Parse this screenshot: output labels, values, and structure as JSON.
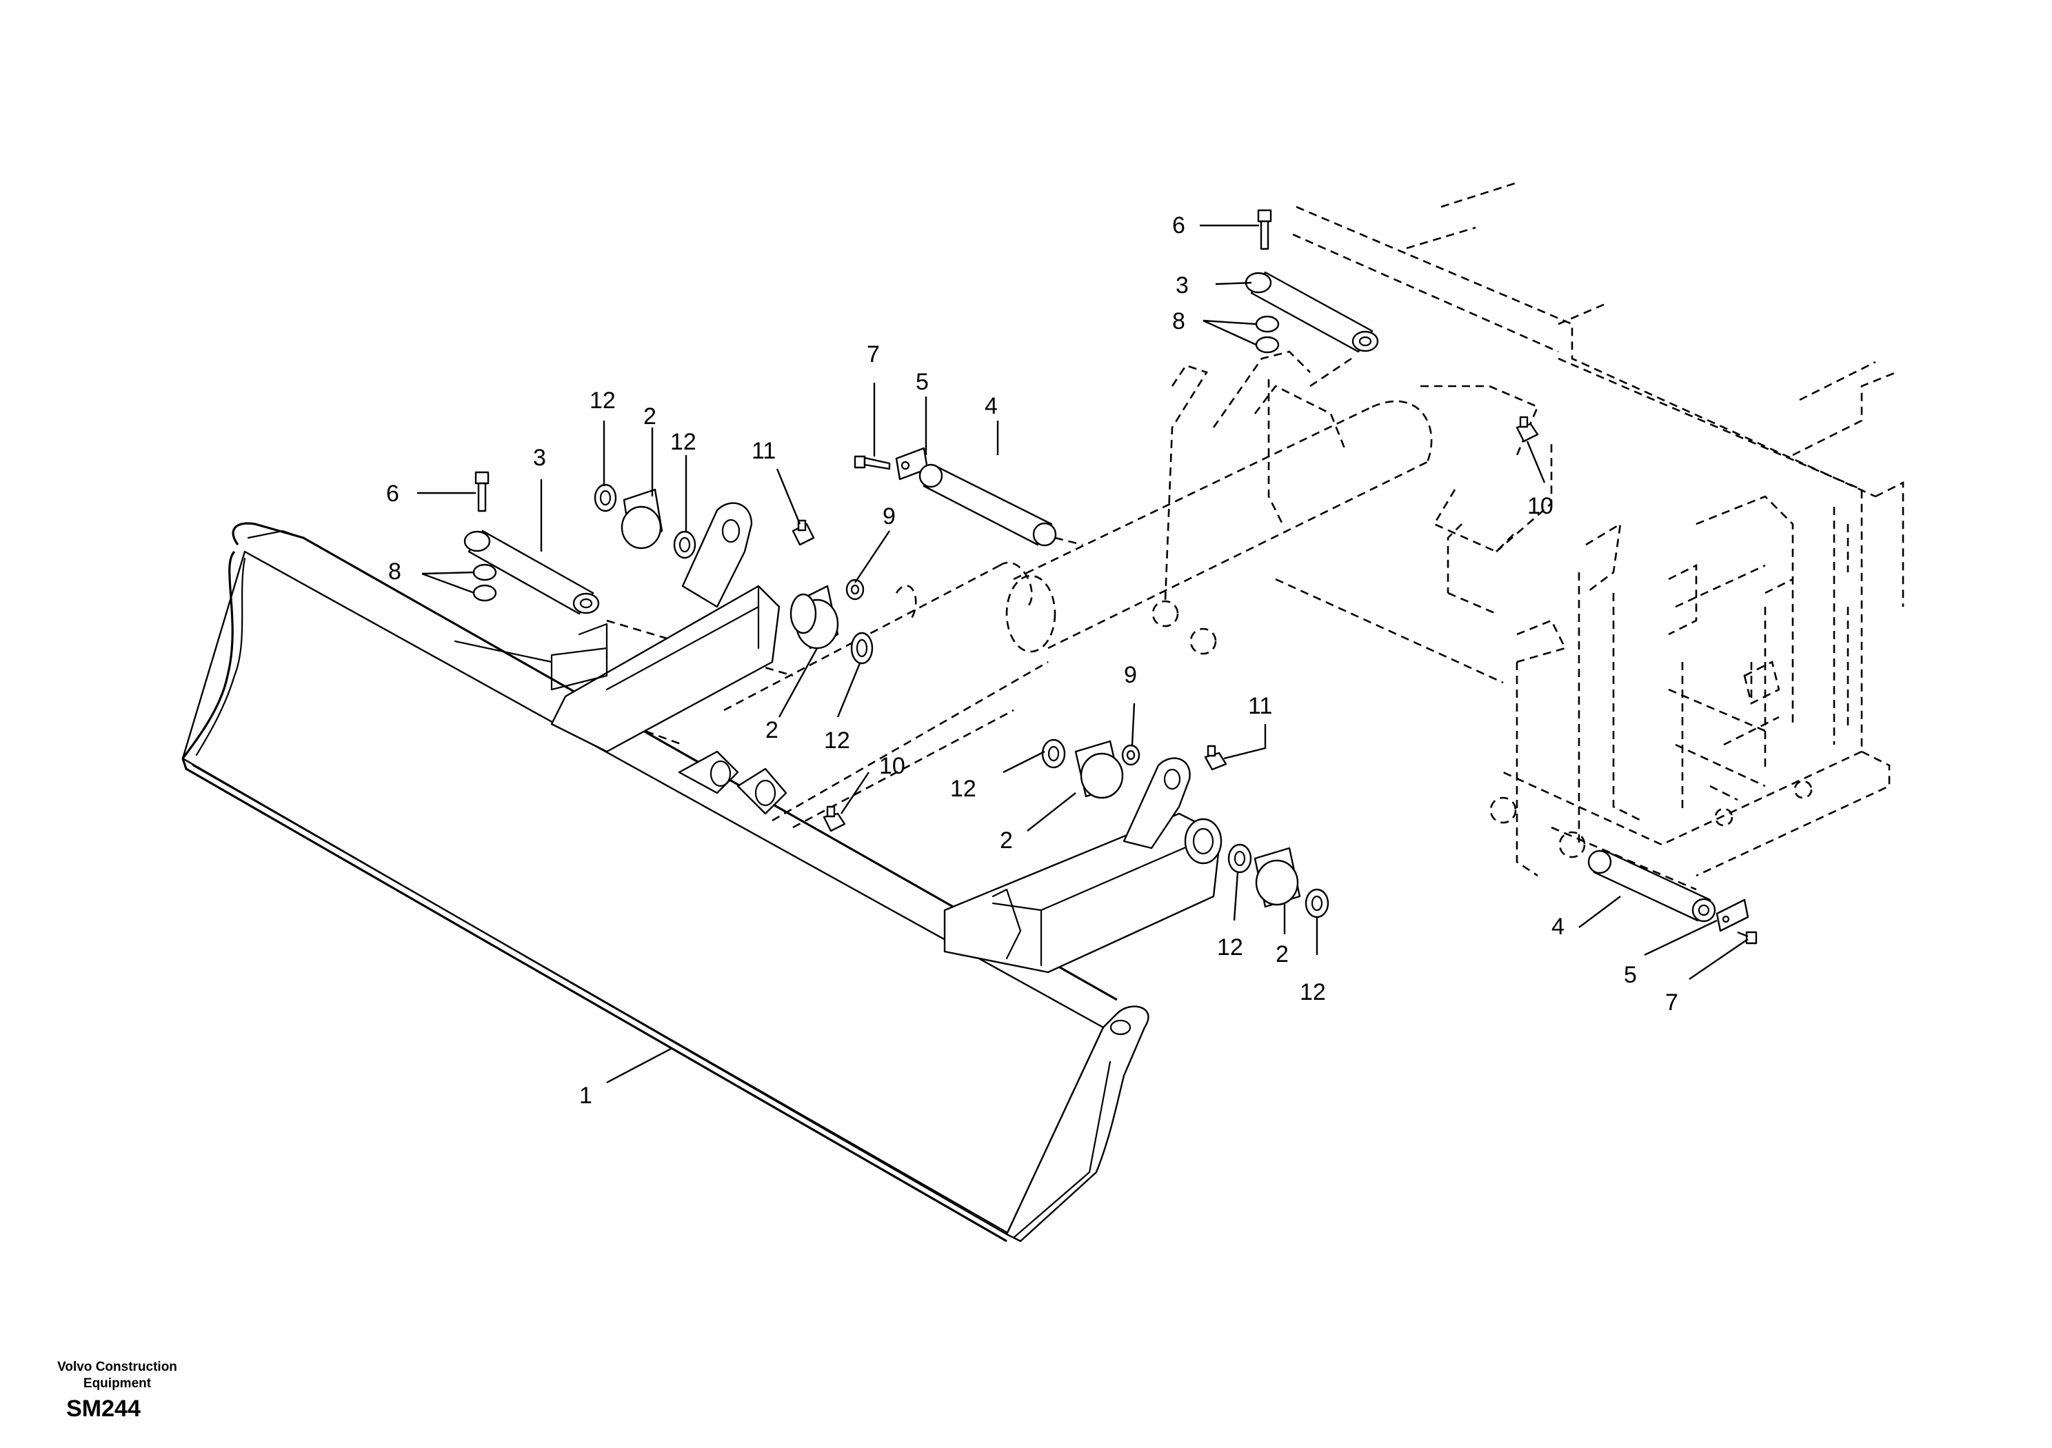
{
  "footer": {
    "brand_line1": "Volvo Construction",
    "brand_line2": "Equipment",
    "sheet_code": "SM244"
  },
  "callouts": {
    "c1": "1",
    "c2_a": "2",
    "c2_b": "2",
    "c2_c": "2",
    "c2_d": "2",
    "c3_a": "3",
    "c3_b": "3",
    "c4_a": "4",
    "c4_b": "4",
    "c5_a": "5",
    "c5_b": "5",
    "c6_a": "6",
    "c6_b": "6",
    "c7_a": "7",
    "c7_b": "7",
    "c8_a": "8",
    "c8_b": "8",
    "c9_a": "9",
    "c9_b": "9",
    "c10_a": "10",
    "c10_b": "10",
    "c11_a": "11",
    "c11_b": "11",
    "c12_a": "12",
    "c12_b": "12",
    "c12_c": "12",
    "c12_d": "12",
    "c12_e": "12",
    "c12_f": "12"
  }
}
